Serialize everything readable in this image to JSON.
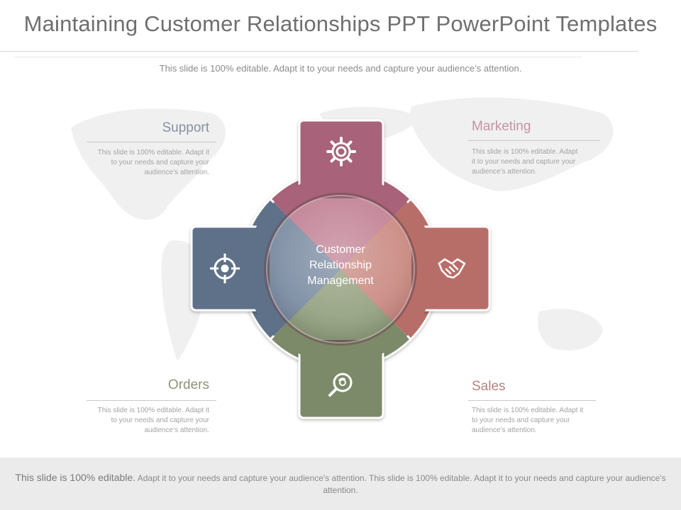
{
  "slide": {
    "title": "Maintaining Customer Relationships PPT PowerPoint Templates",
    "subtitle": "This slide is 100% editable. Adapt it to your needs and capture your audience’s attention."
  },
  "center": {
    "lines": [
      "Customer",
      "Relationship",
      "Management"
    ]
  },
  "segments": {
    "support": {
      "label": "Support",
      "desc": [
        "This slide is 100% editable. Adapt it",
        "to your needs and capture your",
        "audience’s attention."
      ]
    },
    "marketing": {
      "label": "Marketing",
      "desc": [
        "This slide is 100% editable. Adapt",
        "it to your needs and capture your",
        "audience’s attention."
      ]
    },
    "orders": {
      "label": "Orders",
      "desc": [
        "This slide is 100% editable. Adapt it",
        "to your needs and capture your",
        "audience’s attention."
      ]
    },
    "sales": {
      "label": "Sales",
      "desc": [
        "This slide is 100% editable. Adapt it",
        "to your needs and capture your",
        "audience’s attention."
      ]
    }
  },
  "icons": {
    "top": "gear-icon",
    "left": "target-icon",
    "right": "handshake-icon",
    "bottom": "magnifier-icon"
  },
  "colors": {
    "top": "#a8627a",
    "left": "#5e7189",
    "right": "#b86e68",
    "bottom": "#7c8a6a",
    "support_label": "#8592a2",
    "marketing_label": "#c494a3",
    "orders_label": "#8c9676",
    "sales_label": "#b5847e"
  },
  "footer": {
    "lead": "This slide is 100% editable.",
    "text": "Adapt it to your needs and capture your audience's attention. This slide is 100% editable. Adapt it to your needs and capture your audience's attention."
  }
}
